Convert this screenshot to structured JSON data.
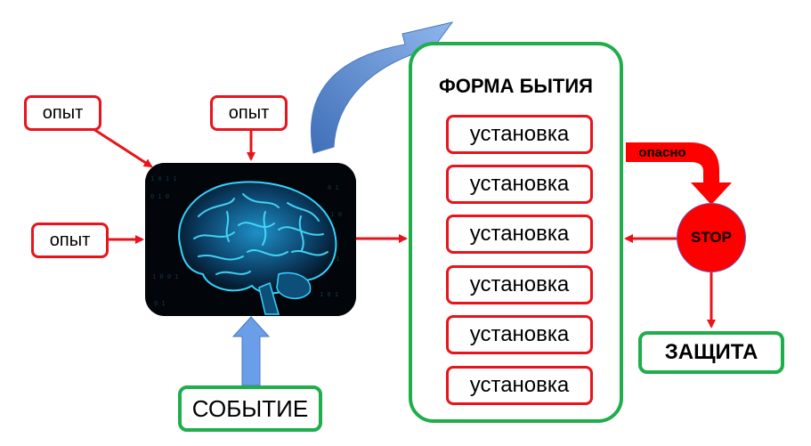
{
  "nodes": {
    "opyt_top_left": "опыт",
    "opyt_top": "опыт",
    "opyt_left": "опыт",
    "sobytie": "СОБЫТИЕ",
    "forma_title": "ФОРМА БЫТИЯ",
    "ustanovki": [
      "установка",
      "установка",
      "установка",
      "установка",
      "установка",
      "установка"
    ],
    "opasno": "опасно",
    "stop": "STOP",
    "zashchita": "ЗАЩИТА"
  },
  "colors": {
    "red": "#e8141b",
    "green": "#1fae4b",
    "blue_arrow": "#5b8fd6",
    "stop_fill": "#ff0000",
    "brain_glow": "#26c6ff"
  },
  "icons": {
    "brain": "brain-image",
    "curved_arrow": "curved-blue-arrow",
    "up_arrow": "blue-up-arrow"
  }
}
